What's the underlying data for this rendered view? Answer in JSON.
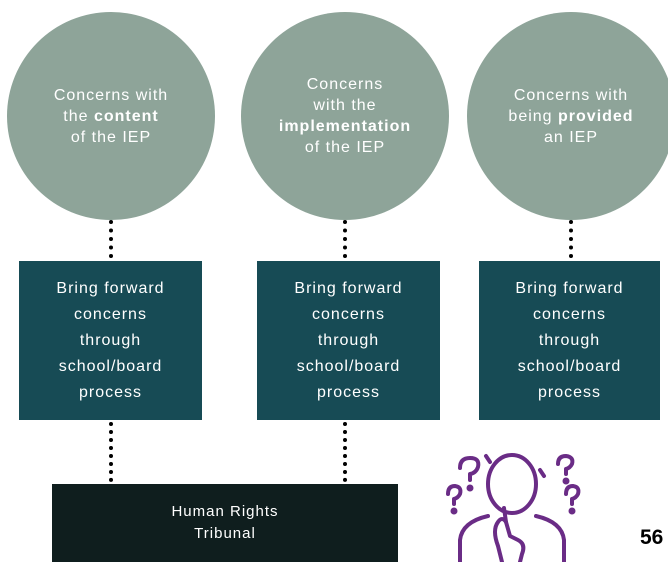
{
  "circles": [
    {
      "pre": "Concerns with",
      "mid_pre": "the ",
      "bold": "content",
      "mid_post": "",
      "post": "of the IEP"
    },
    {
      "pre1": "Concerns",
      "pre2": "with the",
      "bold": "implementation",
      "post": "of the IEP"
    },
    {
      "pre": "Concerns with",
      "mid_pre": "being ",
      "bold": "provided",
      "mid_post": "",
      "post": "an IEP"
    }
  ],
  "boxes": [
    {
      "lines": [
        "Bring forward",
        "concerns",
        "through",
        "school/board",
        "process"
      ]
    },
    {
      "lines": [
        "Bring forward",
        "concerns",
        "through",
        "school/board",
        "process"
      ]
    },
    {
      "lines": [
        "Bring forward",
        "concerns",
        "through",
        "school/board",
        "process"
      ]
    }
  ],
  "tribunal": {
    "line1": "Human Rights",
    "line2": "Tribunal"
  },
  "page_number": "56",
  "colors": {
    "circle": "#8ea499",
    "box": "#174b55",
    "tribunal": "#0f1e1e",
    "icon": "#6a2c86"
  },
  "icon": "person-thinking-question-marks-icon"
}
